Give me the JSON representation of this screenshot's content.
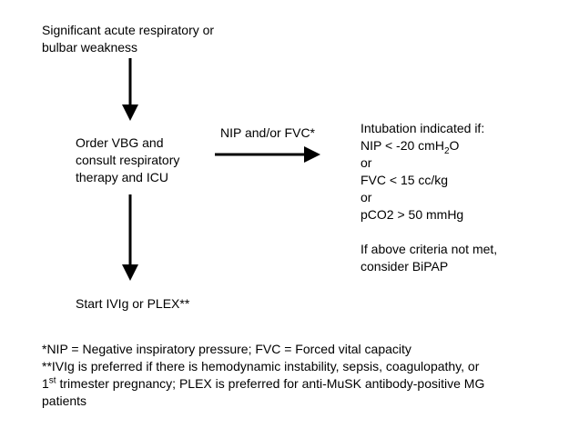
{
  "nodes": {
    "start": {
      "line1": "Significant acute respiratory or",
      "line2": "bulbar weakness"
    },
    "order": {
      "line1": "Order VBG and",
      "line2": "consult respiratory",
      "line3": "therapy and ICU"
    },
    "treat": {
      "text": "Start IVIg or PLEX**"
    },
    "edge_label": "NIP and/or FVC*",
    "intubation": {
      "heading": "Intubation indicated if:",
      "crit1_prefix": "NIP < -20 cmH",
      "crit1_sub": "2",
      "crit1_suffix": "O",
      "or1": "or",
      "crit2": "FVC < 15 cc/kg",
      "or2": "or",
      "crit3": "pCO2 > 50 mmHg",
      "fallback1": "If above criteria not met,",
      "fallback2": "consider BiPAP"
    }
  },
  "footnotes": {
    "f1": "*NIP = Negative inspiratory pressure; FVC = Forced vital capacity",
    "f2": "**IVIg is preferred if there is hemodynamic instability, sepsis,  coagulopathy, or",
    "f3_num": "1",
    "f3_sup": "st",
    "f3_rest": " trimester pregnancy; PLEX is preferred for anti-MuSK antibody-positive  MG",
    "f4": "patients"
  }
}
